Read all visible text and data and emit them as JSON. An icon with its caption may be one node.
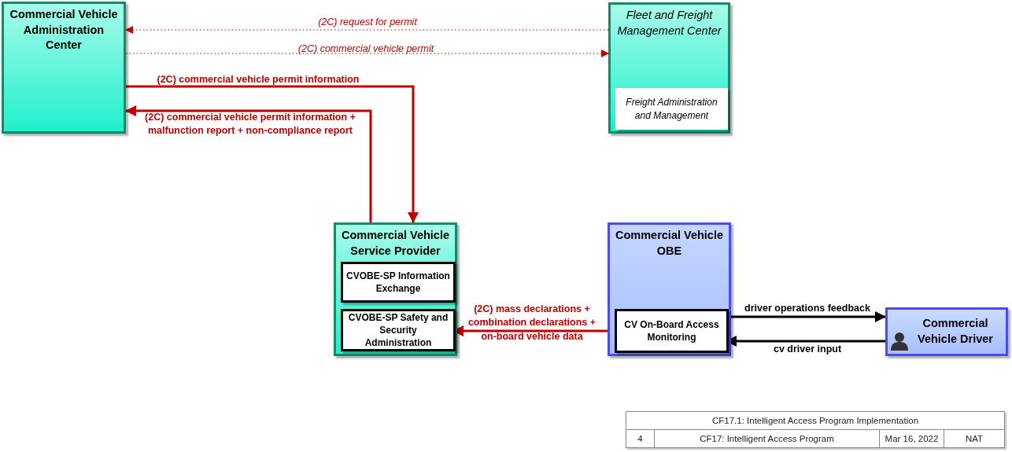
{
  "diagram": {
    "nodes": [
      {
        "text": [
          "Commercial Vehicle Administration Center"
        ]
      },
      {
        "text": [
          "Fleet and Freight Management Center"
        ]
      },
      {
        "text": [
          "Freight Administration and Management"
        ],
        "in": 1
      },
      {
        "text": [
          "Commercial Vehicle Service Provider"
        ]
      },
      {
        "text": [
          "CVOBE-SP Information Exchange"
        ],
        "in": 3
      },
      {
        "text": [
          "CVOBE-SP Safety and Security Administration"
        ],
        "in": 3
      },
      {
        "text": [
          "Commercial Vehicle OBE"
        ]
      },
      {
        "text": [
          "CV On-Board Access Monitoring"
        ],
        "in": 6
      },
      {
        "text": [
          "Commercial Vehicle Driver"
        ]
      }
    ],
    "edges": [
      {
        "from": 1,
        "to": 0,
        "arrow": "to",
        "label": "(2C) request for permit",
        "style": "dashed"
      },
      {
        "from": 0,
        "to": 1,
        "arrow": "to",
        "label": "(2C) commercial vehicle permit",
        "style": "dashed"
      },
      {
        "from": 0,
        "to": 3,
        "arrow": "to",
        "label": "(2C) commercial vehicle permit information"
      },
      {
        "from": 3,
        "to": 0,
        "arrow": "to",
        "label": "(2C) commercial vehicle permit information + malfunction report + non-compliance report"
      },
      {
        "from": 7,
        "to": 5,
        "arrow": "to",
        "label": "(2C) mass declarations + combination declarations + on-board vehicle data"
      },
      {
        "from": 7,
        "to": 8,
        "arrow": "to",
        "label": "driver operations feedback",
        "color": "#000000"
      },
      {
        "from": 8,
        "to": 7,
        "arrow": "to",
        "label": "cv driver input",
        "color": "#000000"
      }
    ],
    "labels": [
      "CF17.1: Intelligent Access Program Implementation",
      "4",
      "CF17: Intelligent Access Program",
      "Mar 16, 2022",
      "NAT"
    ]
  }
}
